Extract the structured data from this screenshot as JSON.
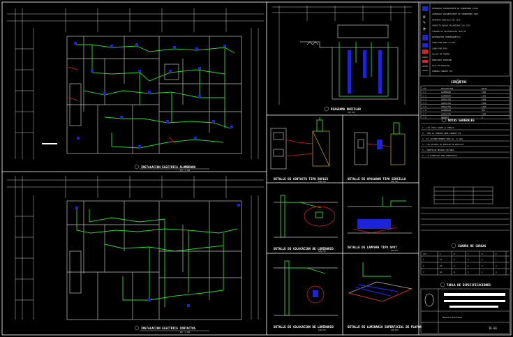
{
  "sheet": {
    "background": "#000000",
    "line_color": "#ffffff",
    "accent_green": "#2bd92b",
    "accent_blue": "#1d24d8",
    "accent_red": "#e02020",
    "accent_yellow": "#e8d020"
  },
  "views": {
    "plan_top": {
      "title": "INSTALACION ELECTRICA ALUMBRADO",
      "scale": "ESC 1:100"
    },
    "plan_bottom": {
      "title": "INSTALACION ELECTRICA CONTACTOS",
      "scale": "ESC 1:100"
    },
    "panel_plan": {
      "title": "DIAGRAMA UNIFILAR",
      "scale": "SIN ESC"
    },
    "detail_outlet": {
      "title": "DETALLE DE CONTACTO TIPO DUPLEX",
      "scale": "SIN ESC"
    },
    "detail_switch": {
      "title": "DETALLE DE APAGADOR TIPO SENCILLO",
      "scale": "SIN ESC"
    },
    "detail_ceiling": {
      "title": "DETALLE DE COLOCACION DE LUMINARIO",
      "scale": "SIN ESC"
    },
    "detail_lamp": {
      "title": "DETALLE DE LAMPARA TIPO SPOT",
      "scale": "SIN ESC"
    },
    "detail_ground": {
      "title": "DETALLE DE COLOCACION DE LUMINARIO",
      "scale": "SIN ESC"
    },
    "detail_fixture": {
      "title": "DETALLE DE LUMINARIA SUPERFICIAL DE PLAFON",
      "scale": "SIN ESC"
    }
  },
  "legend": {
    "title": "SIMBOLOGIA",
    "rows": [
      "LUMINARIO FLUORESCENTE DE SOBREPONER 2X32W",
      "LUMINARIO INCANDESCENTE DE SOBREPONER 100W",
      "APAGADOR SENCILLO 15A 127V",
      "CONTACTO DUPLEX POLARIZADO 15A 127V",
      "TABLERO DE DISTRIBUCION TIPO QO",
      "INTERRUPTOR TERMOMAGNETICO",
      "LINEA POR MURO O LOSA",
      "LINEA POR PISO",
      "SALIDA DE CENTRO",
      "ARBOTANTE INTERIOR",
      "CAJA DE REGISTRO",
      "TUBERIA CONDUIT PVC"
    ]
  },
  "circuits": {
    "title": "CIRCUITOS",
    "header": [
      "CTO",
      "DESCRIPCION",
      "WATTS"
    ],
    "rows": [
      [
        "C-1",
        "ALUMBRADO",
        "1200"
      ],
      [
        "C-2",
        "ALUMBRADO",
        "1150"
      ],
      [
        "C-3",
        "CONTACTOS",
        "1400"
      ],
      [
        "C-4",
        "CONTACTOS",
        "1500"
      ],
      [
        "C-5",
        "CONTACTOS",
        "1250"
      ],
      [
        "C-6",
        "ALUMBRADO",
        "950"
      ],
      [
        "C-7",
        "CONTACTOS",
        "1300"
      ],
      [
        "C-8",
        "RESERVA",
        "0"
      ]
    ]
  },
  "notes": {
    "title": "NOTAS GENERALES",
    "lines": [
      "1.- LAS COTAS RIGEN AL DIBUJO",
      "2.- TODA LA TUBERIA SERA CONDUIT PVC",
      "3.- EL CALIBRE MINIMO SERA No. 12 AWG",
      "4.- LAS ALTURAS SE INDICAN EN DETALLES",
      "5.- VERIFICAR MEDIDAS EN OBRA",
      "6.- LA ACOMETIDA SERA MONOFASICA"
    ]
  },
  "load_table": {
    "title": "CUADRO DE CARGAS",
    "header": [
      "CTO",
      "A",
      "B",
      "C",
      "D",
      "E"
    ],
    "rows": [
      [
        "1",
        "12",
        "6",
        "4",
        "2",
        "1"
      ],
      [
        "2",
        "18",
        "4",
        "2",
        "3",
        "2"
      ],
      [
        "3",
        "10",
        "8",
        "3",
        "1",
        "4"
      ]
    ]
  },
  "title_block": {
    "project_title": "TABLA DE ESPECIFICACIONES",
    "subtitle": "PROYECTO ELECTRICO",
    "sheet_no": "IE-01"
  }
}
